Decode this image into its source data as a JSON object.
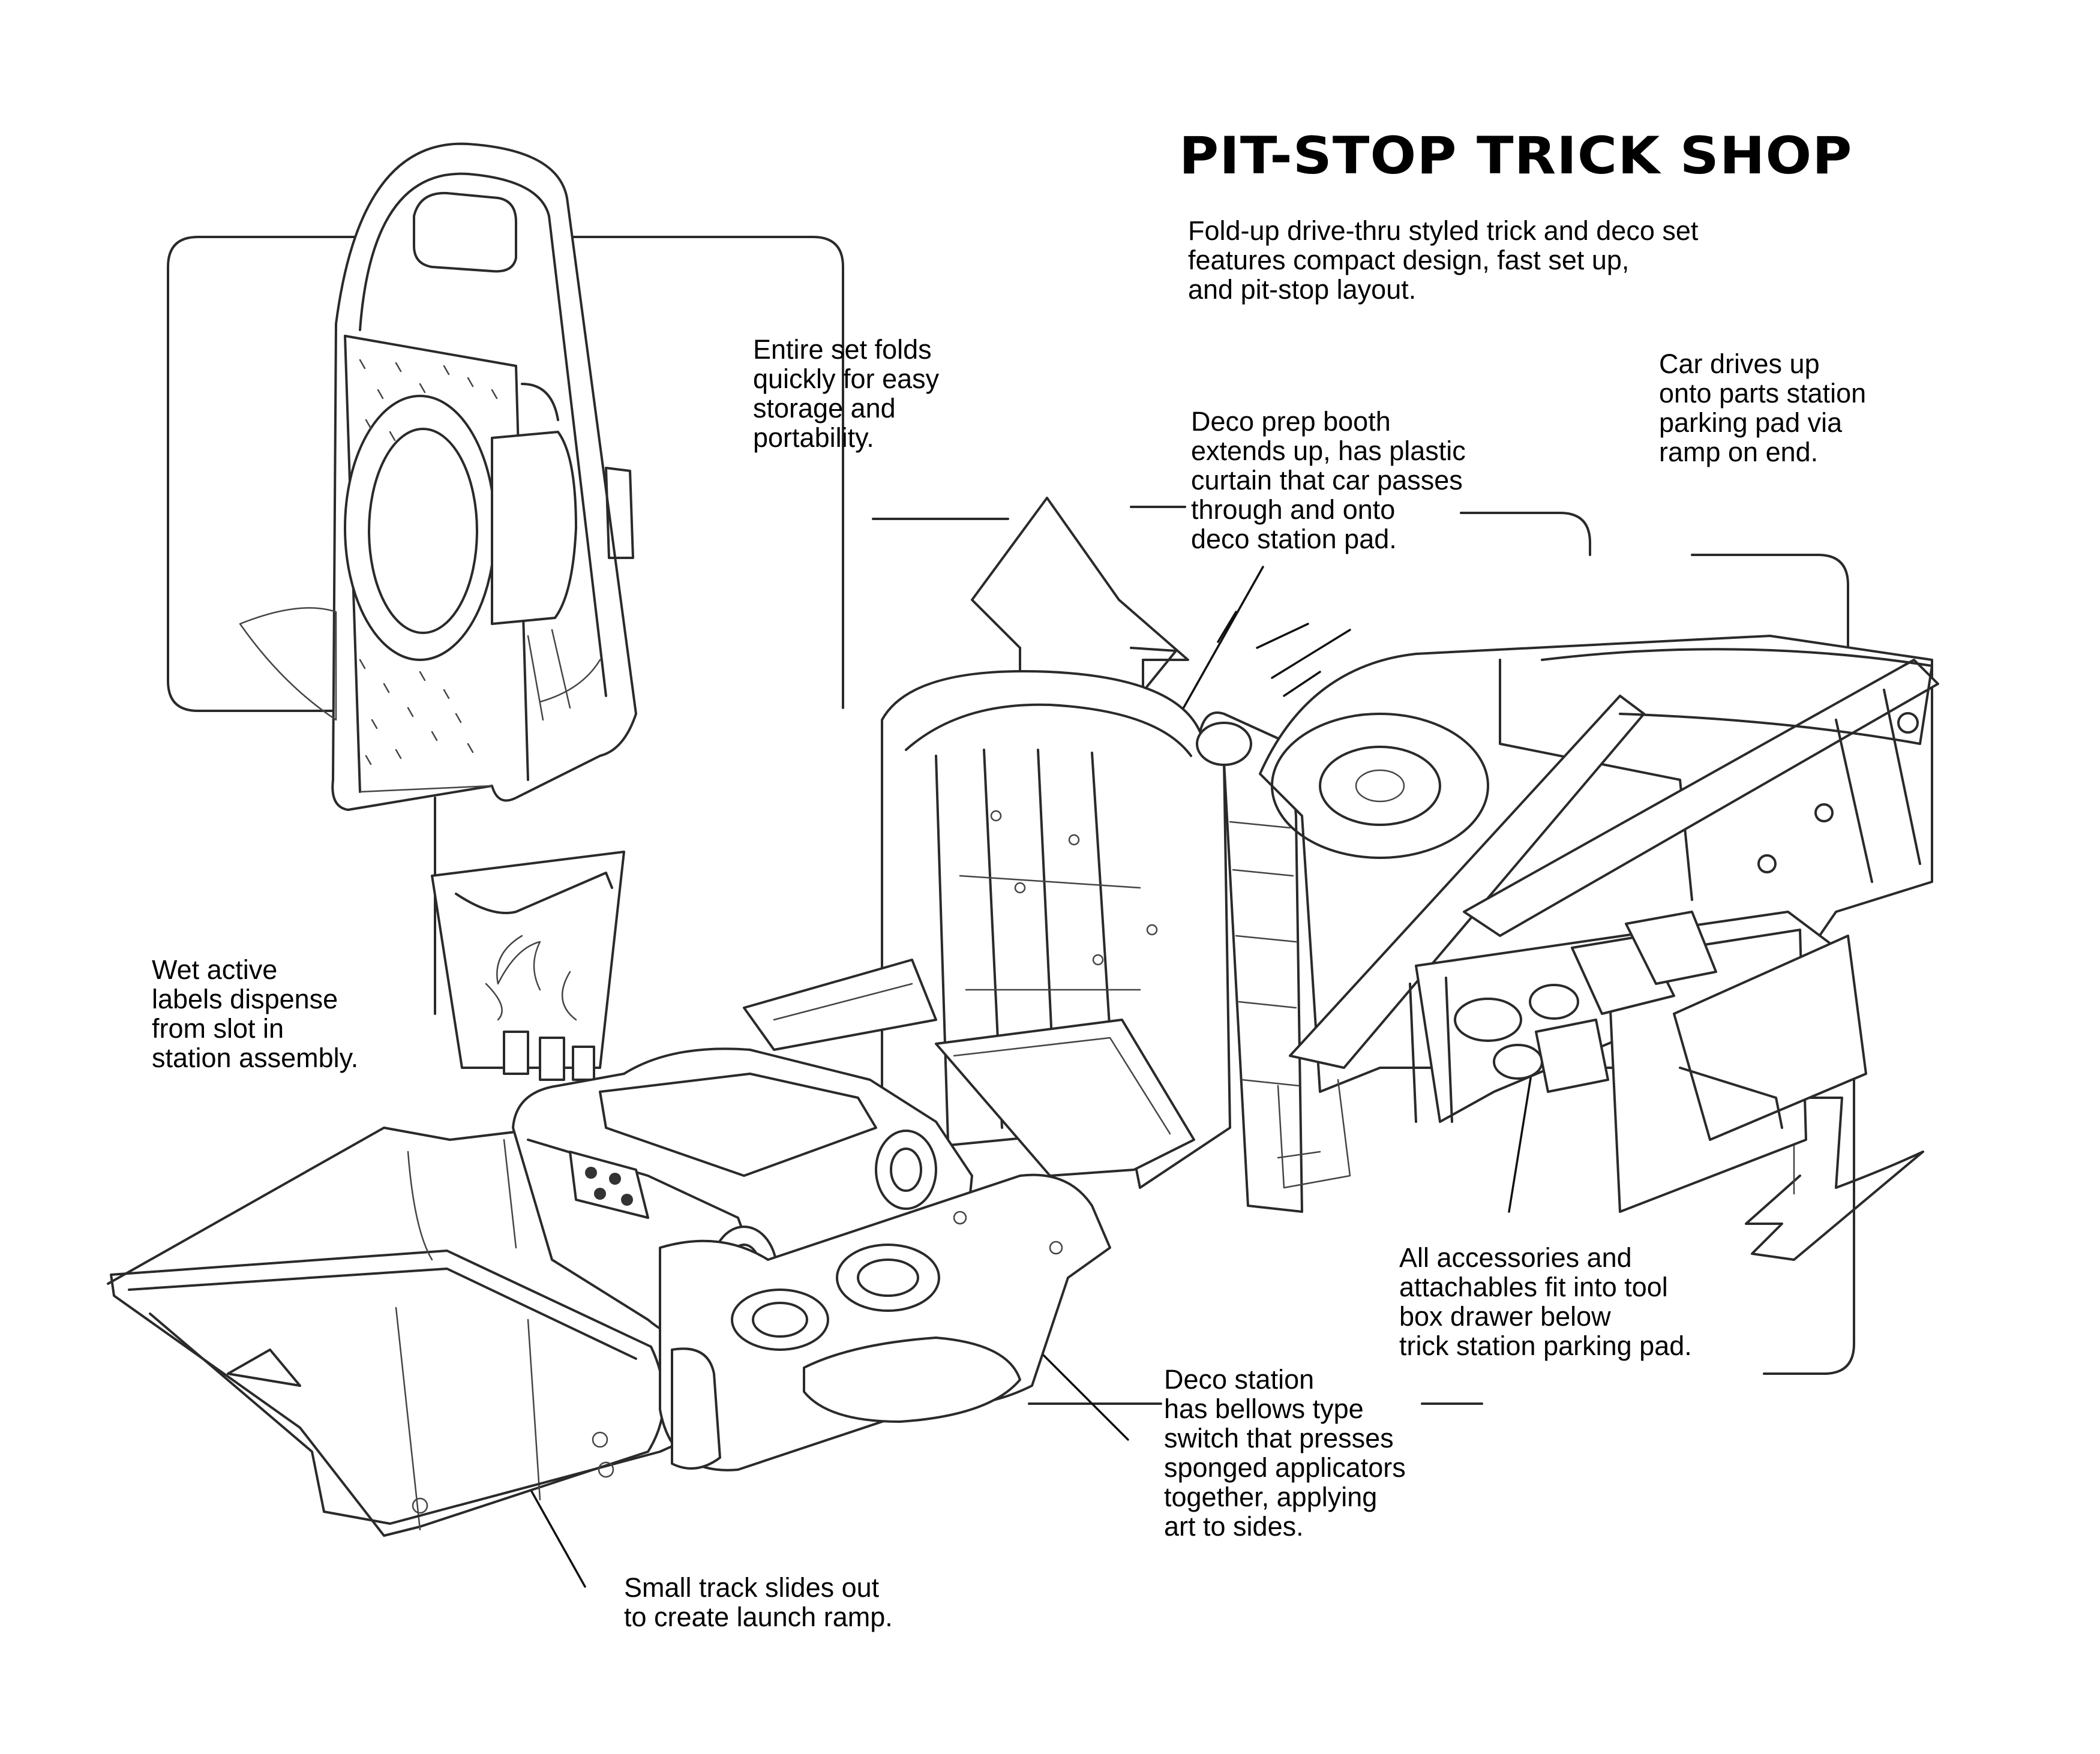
{
  "title": "PIT-STOP TRICK SHOP",
  "intro": "Fold-up drive-thru styled trick and deco set\nfeatures compact design, fast set up,\nand pit-stop layout.",
  "callouts": {
    "folds": "Entire set folds\nquickly for easy\nstorage and\nportability.",
    "deco_booth": "Deco prep booth\nextends up, has plastic\ncurtain that car passes\nthrough and onto\ndeco station pad.",
    "car_drives": "Car drives up\nonto parts station\nparking pad via\nramp on end.",
    "wet_labels": "Wet active\nlabels dispense\nfrom slot in\nstation assembly.",
    "accessories": "All accessories and\nattachables fit into tool\nbox drawer below\ntrick station parking pad.",
    "deco_station": "Deco station\nhas bellows type\nswitch that presses\nsponged applicators\ntogether, applying\nart to sides.",
    "small_track": "Small track slides out\nto create launch ramp."
  }
}
